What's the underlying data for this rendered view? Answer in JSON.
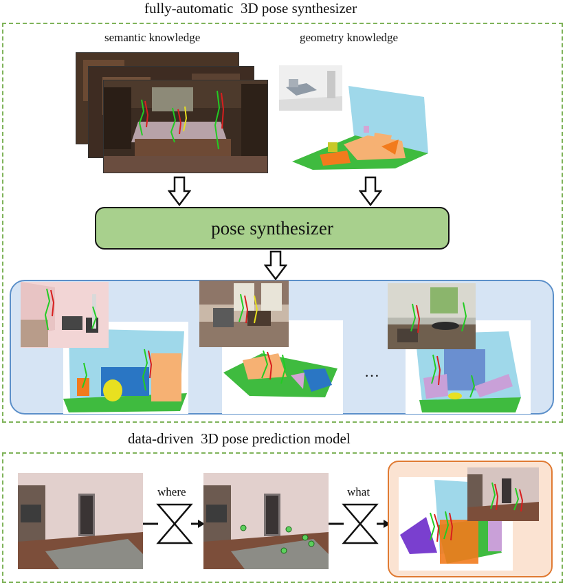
{
  "top_title": "fully-automatic  3D pose synthesizer",
  "semantic_label": "semantic knowledge",
  "geometry_label": "geometry knowledge",
  "synthesizer_label": "pose synthesizer",
  "ellipsis": "…",
  "bottom_title": "data-driven  3D pose prediction model",
  "where_label": "where",
  "what_label": "what",
  "colors": {
    "dashed_border": "#7fb35a",
    "synthesizer_fill": "#a8d08d",
    "results_fill": "#d6e4f4",
    "results_border": "#5b8fc9",
    "output_fill": "#fbe3d2",
    "output_border": "#e07a32",
    "pose_green": "#22cc22",
    "pose_red": "#d81e1e",
    "pose_yellow": "#e8e020"
  }
}
